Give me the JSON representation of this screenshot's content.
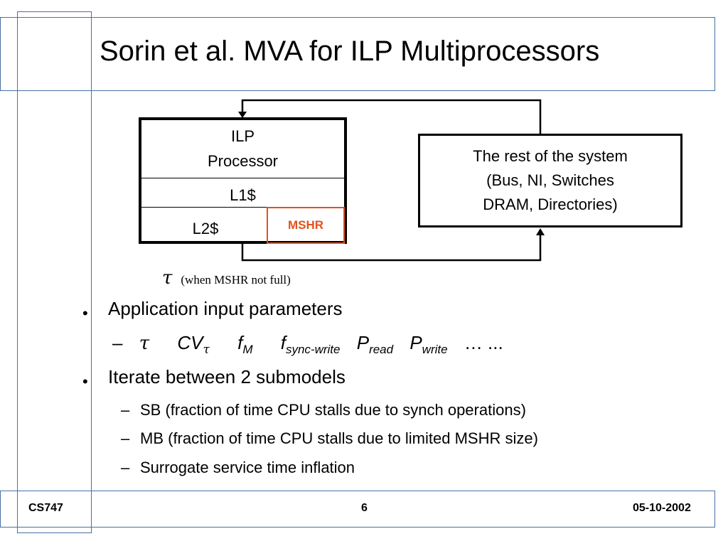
{
  "slide": {
    "title": "Sorin et al. MVA for ILP Multiprocessors",
    "diagram": {
      "processor": {
        "label_line1": "ILP",
        "label_line2": "Processor",
        "l1": "L1$",
        "l2": "L2$",
        "mshr": "MSHR"
      },
      "rest_of_system": "The rest of the system\n(Bus, NI, Switches\nDRAM, Directories)",
      "tau_symbol": "τ",
      "tau_note": "(when MSHR not full)"
    },
    "bullets": [
      {
        "text": "Application input parameters",
        "params": {
          "dash": "–",
          "tau": "τ",
          "cv": "CV",
          "cv_sub": "τ",
          "f": "f",
          "f_sub": "M",
          "fsw": "f",
          "fsw_sub": "sync-write",
          "pr": "P",
          "pr_sub": "read",
          "pw": "P",
          "pw_sub": "write",
          "ellipsis": "… ..."
        }
      },
      {
        "text": "Iterate between 2 submodels",
        "subitems": [
          "SB (fraction of time CPU stalls due to synch operations)",
          "MB (fraction of time CPU stalls due to limited MSHR size)",
          "Surrogate service time inflation"
        ]
      }
    ],
    "bullet_char": "•",
    "dash_char": "–",
    "footer": {
      "left": "CS747",
      "center": "6",
      "right": "05-10-2002"
    },
    "colors": {
      "frame": "#4a6fa5",
      "mshr": "#e0531f"
    }
  }
}
